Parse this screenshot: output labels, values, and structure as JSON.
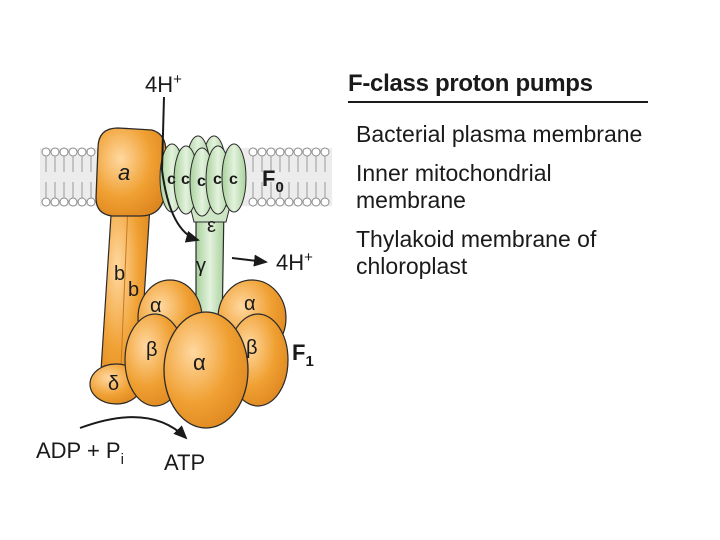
{
  "panel": {
    "title": "F-class proton pumps",
    "locations": [
      "Bacterial plasma membrane",
      "Inner mitochondrial membrane",
      "Thylakoid membrane of chloroplast"
    ]
  },
  "labels": {
    "proton_in": "4H+",
    "proton_out": "4H+",
    "f0": "F0",
    "f1": "F1",
    "subunit_a": "a",
    "subunit_b1": "b",
    "subunit_b2": "b",
    "subunit_c": "c",
    "subunit_epsilon": "ε",
    "subunit_gamma": "γ",
    "subunit_alpha": "α",
    "subunit_beta": "β",
    "subunit_delta": "δ",
    "reactants": "ADP + Pi",
    "product": "ATP"
  },
  "colors": {
    "orange_subunits": "#f0a032",
    "green_subunits": "#c8e3bf",
    "membrane": "#bdbdbd",
    "outline": "#2a2a2a"
  }
}
